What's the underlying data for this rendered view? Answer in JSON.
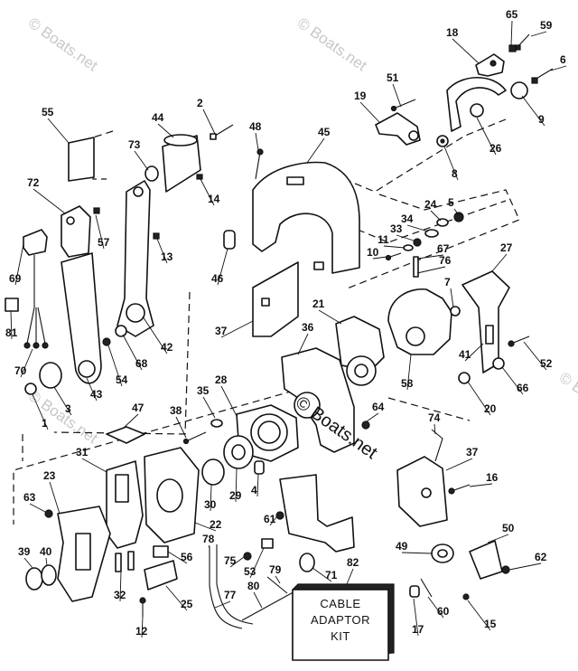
{
  "watermarks": {
    "top_left": "© Boats.net",
    "top_right": "© Boats.net",
    "mid_left": "© Boats.net",
    "mid_right": "© Boats.net",
    "center": "© Boats.net"
  },
  "kit_box": {
    "line1": "CABLE",
    "line2": "ADAPTOR",
    "line3": "KIT"
  },
  "callouts": [
    {
      "id": "65",
      "label": "65"
    },
    {
      "id": "59",
      "label": "59"
    },
    {
      "id": "18",
      "label": "18"
    },
    {
      "id": "6",
      "label": "6"
    },
    {
      "id": "51",
      "label": "51"
    },
    {
      "id": "19",
      "label": "19"
    },
    {
      "id": "9",
      "label": "9"
    },
    {
      "id": "26",
      "label": "26"
    },
    {
      "id": "8",
      "label": "8"
    },
    {
      "id": "2",
      "label": "2"
    },
    {
      "id": "55",
      "label": "55"
    },
    {
      "id": "44",
      "label": "44"
    },
    {
      "id": "48",
      "label": "48"
    },
    {
      "id": "45",
      "label": "45"
    },
    {
      "id": "73",
      "label": "73"
    },
    {
      "id": "14",
      "label": "14"
    },
    {
      "id": "72",
      "label": "72"
    },
    {
      "id": "57",
      "label": "57"
    },
    {
      "id": "13",
      "label": "13"
    },
    {
      "id": "24",
      "label": "24"
    },
    {
      "id": "5",
      "label": "5"
    },
    {
      "id": "34",
      "label": "34"
    },
    {
      "id": "33",
      "label": "33"
    },
    {
      "id": "11",
      "label": "11"
    },
    {
      "id": "10",
      "label": "10"
    },
    {
      "id": "67",
      "label": "67"
    },
    {
      "id": "76",
      "label": "76"
    },
    {
      "id": "27",
      "label": "27"
    },
    {
      "id": "7",
      "label": "7"
    },
    {
      "id": "69",
      "label": "69"
    },
    {
      "id": "46",
      "label": "46"
    },
    {
      "id": "81",
      "label": "81"
    },
    {
      "id": "37a",
      "label": "37"
    },
    {
      "id": "21",
      "label": "21"
    },
    {
      "id": "36",
      "label": "36"
    },
    {
      "id": "41",
      "label": "41"
    },
    {
      "id": "52",
      "label": "52"
    },
    {
      "id": "42",
      "label": "42"
    },
    {
      "id": "68",
      "label": "68"
    },
    {
      "id": "70",
      "label": "70"
    },
    {
      "id": "54",
      "label": "54"
    },
    {
      "id": "58",
      "label": "58"
    },
    {
      "id": "66",
      "label": "66"
    },
    {
      "id": "43",
      "label": "43"
    },
    {
      "id": "3",
      "label": "3"
    },
    {
      "id": "28",
      "label": "28"
    },
    {
      "id": "20",
      "label": "20"
    },
    {
      "id": "1",
      "label": "1"
    },
    {
      "id": "47",
      "label": "47"
    },
    {
      "id": "35",
      "label": "35"
    },
    {
      "id": "64",
      "label": "64"
    },
    {
      "id": "38",
      "label": "38"
    },
    {
      "id": "74",
      "label": "74"
    },
    {
      "id": "31",
      "label": "31"
    },
    {
      "id": "37b",
      "label": "37"
    },
    {
      "id": "23",
      "label": "23"
    },
    {
      "id": "29",
      "label": "29"
    },
    {
      "id": "4",
      "label": "4"
    },
    {
      "id": "16",
      "label": "16"
    },
    {
      "id": "63",
      "label": "63"
    },
    {
      "id": "30",
      "label": "30"
    },
    {
      "id": "22",
      "label": "22"
    },
    {
      "id": "61",
      "label": "61"
    },
    {
      "id": "78",
      "label": "78"
    },
    {
      "id": "50",
      "label": "50"
    },
    {
      "id": "56",
      "label": "56"
    },
    {
      "id": "49",
      "label": "49"
    },
    {
      "id": "62",
      "label": "62"
    },
    {
      "id": "39",
      "label": "39"
    },
    {
      "id": "40",
      "label": "40"
    },
    {
      "id": "75",
      "label": "75"
    },
    {
      "id": "53",
      "label": "53"
    },
    {
      "id": "79",
      "label": "79"
    },
    {
      "id": "82",
      "label": "82"
    },
    {
      "id": "71",
      "label": "71"
    },
    {
      "id": "32",
      "label": "32"
    },
    {
      "id": "25",
      "label": "25"
    },
    {
      "id": "77",
      "label": "77"
    },
    {
      "id": "80",
      "label": "80"
    },
    {
      "id": "60",
      "label": "60"
    },
    {
      "id": "12",
      "label": "12"
    },
    {
      "id": "17",
      "label": "17"
    },
    {
      "id": "15",
      "label": "15"
    }
  ]
}
